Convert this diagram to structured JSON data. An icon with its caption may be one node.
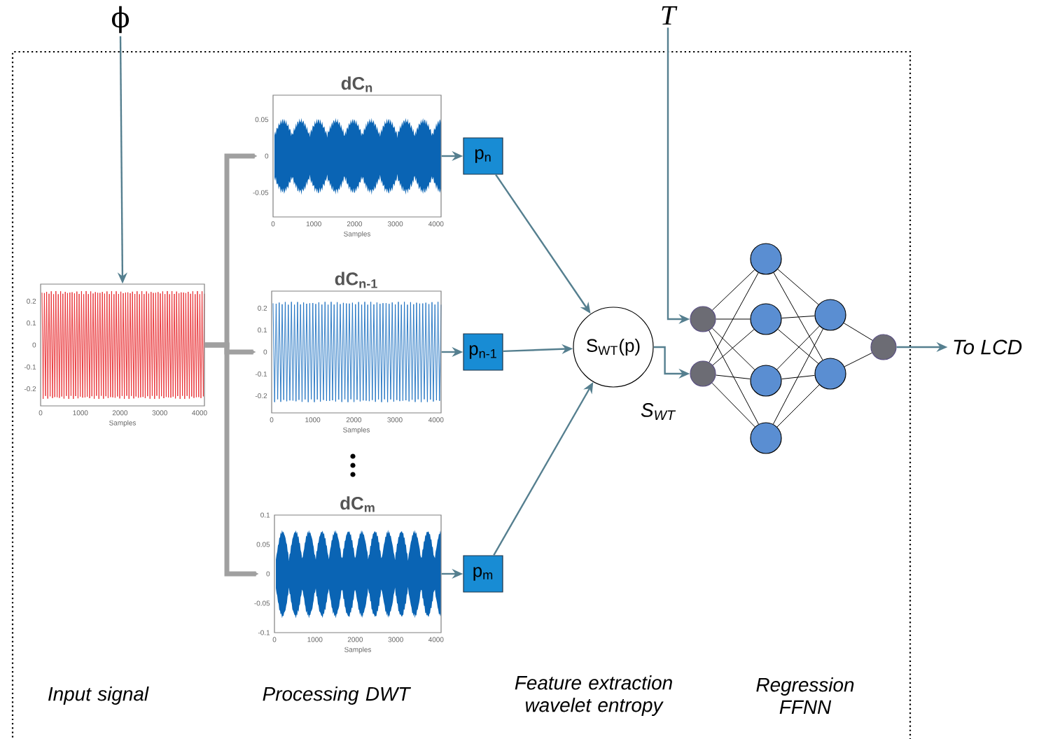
{
  "diagram": {
    "nodes": [
      {
        "text": [
          "ϕ"
        ]
      },
      {
        "text": [],
        "shape": "picture",
        "beside": [
          "0.2",
          "0.1",
          "0",
          "-0.1",
          "-0.2",
          "0",
          "1000",
          "2000",
          "3000",
          "4000",
          "Samples"
        ]
      },
      {
        "text": [
          "dC$_{n}$"
        ],
        "beside": [
          "0.05",
          "0",
          "-0.05",
          "0",
          "1000",
          "2000",
          "3000",
          "4000",
          "Samples"
        ]
      },
      {
        "text": [
          "dC$_{n-1}$"
        ],
        "beside": [
          "0.2",
          "0.1",
          "0",
          "-0.1",
          "-0.2",
          "0",
          "1000",
          "2000",
          "3000",
          "4000",
          "Samples"
        ]
      },
      {
        "text": [
          "dC$_{m}$"
        ],
        "beside": [
          "0.1",
          "0.05",
          "0",
          "-0.05",
          "-0.1",
          "0",
          "1000",
          "2000",
          "3000",
          "4000",
          "Samples"
        ]
      },
      {
        "text": [
          "p$_{n}$"
        ]
      },
      {
        "text": [
          "p$_{n-1}$"
        ]
      },
      {
        "text": [
          "p$_{m}$"
        ]
      },
      {
        "text": [
          "S$_{WT}$(p)"
        ]
      },
      {
        "text": [
          "T"
        ]
      },
      {
        "text": [],
        "shape": "circle"
      },
      {
        "text": [],
        "shape": "circle"
      },
      {
        "text": [],
        "shape": "circle"
      },
      {
        "text": [],
        "shape": "circle"
      },
      {
        "text": [],
        "shape": "circle"
      },
      {
        "text": [],
        "shape": "circle"
      },
      {
        "text": [],
        "shape": "circle"
      },
      {
        "text": [],
        "shape": "circle"
      },
      {
        "text": [],
        "shape": "circle"
      },
      {
        "text": [
          "To LCD"
        ]
      }
    ],
    "edges": [
      {
        "from": 0,
        "to": 1,
        "arrow": "to",
        "color": "#557f8f"
      },
      {
        "from": 1,
        "to": 2,
        "arrow": "to",
        "style": "thick",
        "color": "#a0a0a0"
      },
      {
        "from": 1,
        "to": 3,
        "arrow": "to",
        "style": "thick",
        "color": "#a0a0a0"
      },
      {
        "from": 1,
        "to": 4,
        "arrow": "to",
        "style": "thick",
        "color": "#a0a0a0"
      },
      {
        "from": 2,
        "to": 5,
        "arrow": "to",
        "color": "#557f8f"
      },
      {
        "from": 3,
        "to": 6,
        "arrow": "to",
        "color": "#557f8f"
      },
      {
        "from": 4,
        "to": 7,
        "arrow": "to",
        "color": "#557f8f"
      },
      {
        "from": 5,
        "to": 8,
        "arrow": "to",
        "color": "#557f8f"
      },
      {
        "from": 6,
        "to": 8,
        "arrow": "to",
        "color": "#557f8f"
      },
      {
        "from": 7,
        "to": 8,
        "arrow": "to",
        "color": "#557f8f"
      },
      {
        "from": 8,
        "to": 11,
        "arrow": "to",
        "label": "S$_{WT}$",
        "color": "#557f8f"
      },
      {
        "from": 9,
        "to": 10,
        "arrow": "to",
        "color": "#557f8f"
      },
      {
        "from": 10,
        "to": 12,
        "arrow": "none"
      },
      {
        "from": 10,
        "to": 13,
        "arrow": "none"
      },
      {
        "from": 10,
        "to": 14,
        "arrow": "none"
      },
      {
        "from": 10,
        "to": 15,
        "arrow": "none"
      },
      {
        "from": 11,
        "to": 12,
        "arrow": "none"
      },
      {
        "from": 11,
        "to": 13,
        "arrow": "none"
      },
      {
        "from": 11,
        "to": 14,
        "arrow": "none"
      },
      {
        "from": 11,
        "to": 15,
        "arrow": "none"
      },
      {
        "from": 12,
        "to": 16,
        "arrow": "none"
      },
      {
        "from": 12,
        "to": 17,
        "arrow": "none"
      },
      {
        "from": 13,
        "to": 16,
        "arrow": "none"
      },
      {
        "from": 13,
        "to": 17,
        "arrow": "none"
      },
      {
        "from": 14,
        "to": 16,
        "arrow": "none"
      },
      {
        "from": 14,
        "to": 17,
        "arrow": "none"
      },
      {
        "from": 15,
        "to": 16,
        "arrow": "none"
      },
      {
        "from": 15,
        "to": 17,
        "arrow": "none"
      },
      {
        "from": 16,
        "to": 18,
        "arrow": "none"
      },
      {
        "from": 17,
        "to": 18,
        "arrow": "none"
      },
      {
        "from": 18,
        "to": 19,
        "arrow": "to",
        "color": "#557f8f"
      }
    ],
    "labels": [
      "Input signal",
      "Processing DWT",
      "Feature extraction wavelet entropy",
      "Regression FFNN"
    ]
  }
}
